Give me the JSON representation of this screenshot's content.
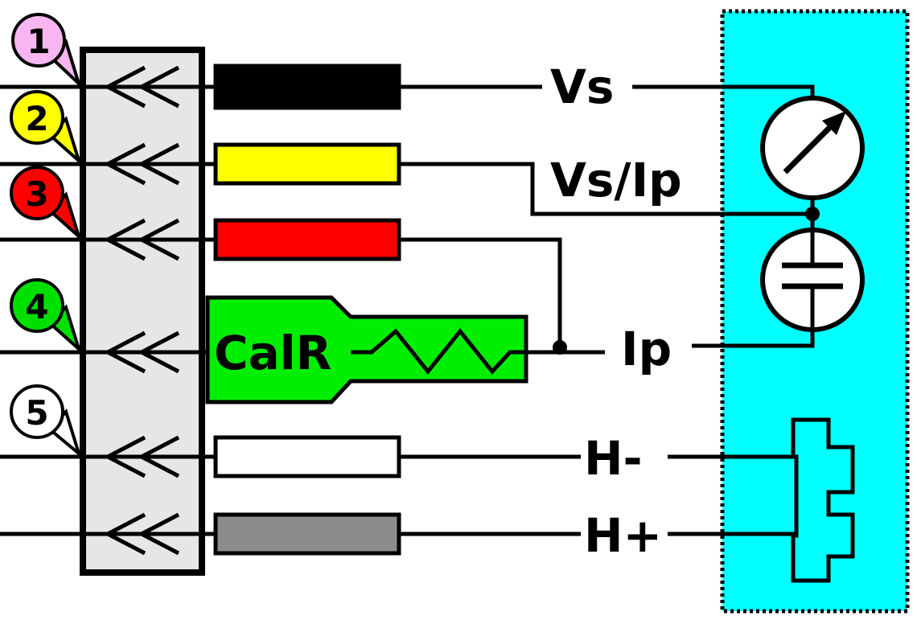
{
  "diagram": {
    "pins": [
      {
        "number": "1",
        "color": "#f7b6f0"
      },
      {
        "number": "2",
        "color": "#ffff00"
      },
      {
        "number": "3",
        "color": "#ff0000"
      },
      {
        "number": "4",
        "color": "#00e000"
      },
      {
        "number": "5",
        "color": "#ffffff"
      }
    ],
    "wires": [
      {
        "color": "#000000"
      },
      {
        "color": "#ffff00"
      },
      {
        "color": "#ff0000"
      },
      {
        "color": "#ffffff"
      },
      {
        "color": "#8c8c8c"
      }
    ],
    "calibration_resistor": {
      "label": "CalR",
      "color": "#00ee00"
    },
    "signals": {
      "vs": "Vs",
      "vs_ip": "Vs/Ip",
      "ip": "Ip",
      "h_minus": "H-",
      "h_plus": "H+"
    },
    "sensor_panel_color": "#00ffff",
    "connector_color": "#e6e6e6"
  }
}
